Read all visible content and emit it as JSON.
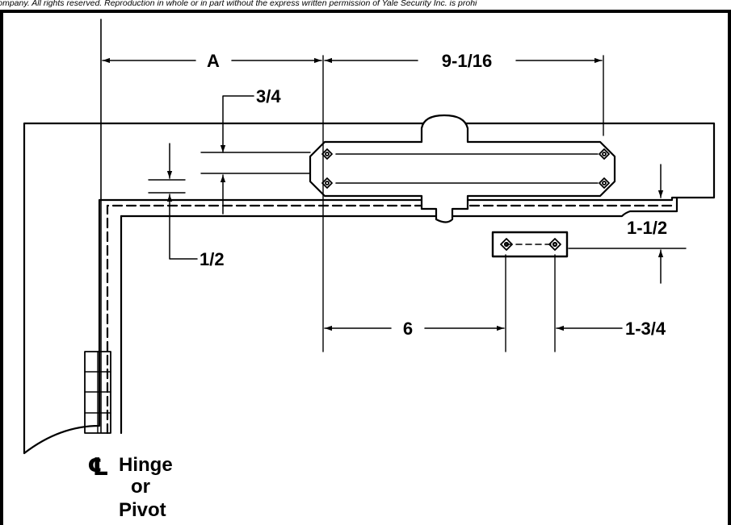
{
  "header": {
    "notice": "company. All rights reserved. Reproduction in whole or in part without the express written permission of Yale Security Inc. is prohi"
  },
  "diagram": {
    "dimensions": {
      "a": "A",
      "width": "9-1/16",
      "top_offset": "3/4",
      "frame_offset": "1/2",
      "bracket_offset": "1-1/2",
      "bracket_distance": "6",
      "bracket_width": "1-3/4"
    },
    "labels": {
      "centerline_symbol": "℄",
      "hinge": "Hinge",
      "or": "or",
      "pivot": "Pivot"
    }
  }
}
